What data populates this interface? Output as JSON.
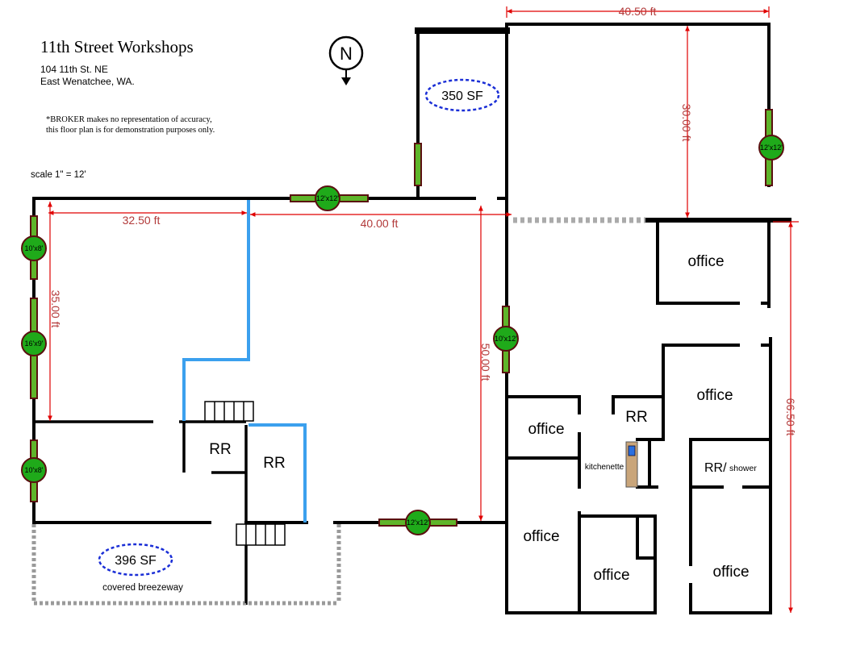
{
  "header": {
    "title": "11th Street Workshops",
    "address_line1": "104 11th St. NE",
    "address_line2": "East Wenatchee, WA.",
    "disclaimer_line1": "*BROKER makes no representation of accuracy,",
    "disclaimer_line2": "this floor plan is for demonstration purposes only.",
    "scale": "scale 1\" = 12'"
  },
  "compass": {
    "label": "N"
  },
  "dimensions": {
    "top_width": "40.50 ft",
    "top_depth": "30.00 ft",
    "left_width": "32.50 ft",
    "mid_width": "40.00 ft",
    "left_depth": "35.00 ft",
    "mid_depth": "50.00 ft",
    "right_depth": "66.50 ft"
  },
  "doors": {
    "top_left": "12'x12'",
    "top_right": "12'x12'",
    "left_upper": "10'x8'",
    "left_mid": "16'x9'",
    "left_lower": "10'x8'",
    "center": "10'x12'",
    "bottom": "12'x12'"
  },
  "areas": {
    "upper_room": "350 SF",
    "breezeway": "396 SF",
    "breezeway_label": "covered breezeway"
  },
  "rooms": {
    "rr_left": "RR",
    "rr_center": "RR",
    "office_ne": "office",
    "office_east_mid": "office",
    "office_west_upper": "office",
    "rr_east": "RR",
    "kitchenette": "kitchenette",
    "rr_shower": "RR/",
    "rr_shower_small": "shower",
    "office_sw": "office",
    "office_s_mid": "office",
    "office_se": "office"
  },
  "colors": {
    "wall": "#000000",
    "dimension": "#e00000",
    "dimension_text": "#b23a3a",
    "partition": "#3ba0ee",
    "area_ellipse": "#1a2ed6",
    "door_green": "#1faa1a",
    "door_frame": "#5a1010"
  }
}
